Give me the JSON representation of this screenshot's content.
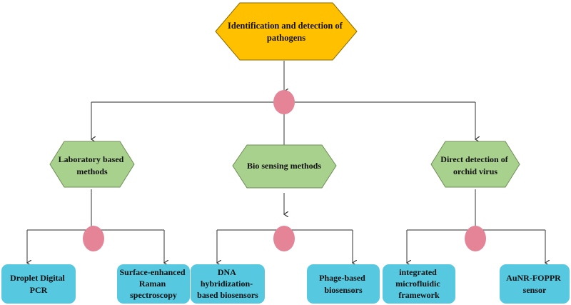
{
  "colors": {
    "root_fill": "#FFC000",
    "root_stroke": "#8A6A00",
    "category_fill": "#A9D18E",
    "category_stroke": "#6E8E55",
    "method_fill": "#56C8E0",
    "junction_fill": "#E58497",
    "line": "#555555"
  },
  "root": {
    "lines": [
      "Identification and detection of",
      "pathogens"
    ]
  },
  "categories": [
    {
      "lines": [
        "Laboratory based",
        "methods"
      ],
      "methods": [
        {
          "lines": [
            "Droplet Digital",
            "PCR"
          ]
        },
        {
          "lines": [
            "Surface-enhanced",
            "Raman",
            "spectroscopy"
          ]
        }
      ]
    },
    {
      "lines": [
        "Bio sensing methods"
      ],
      "methods": [
        {
          "lines": [
            "DNA",
            "hybridization-",
            "based biosensors"
          ]
        },
        {
          "lines": [
            "Phage-based",
            "biosensors"
          ]
        }
      ]
    },
    {
      "lines": [
        "Direct detection of",
        "orchid virus"
      ],
      "methods": [
        {
          "lines": [
            "integrated",
            "microfluidic",
            "framework"
          ]
        },
        {
          "lines": [
            "AuNR-FOPPR",
            "sensor"
          ]
        }
      ]
    }
  ]
}
